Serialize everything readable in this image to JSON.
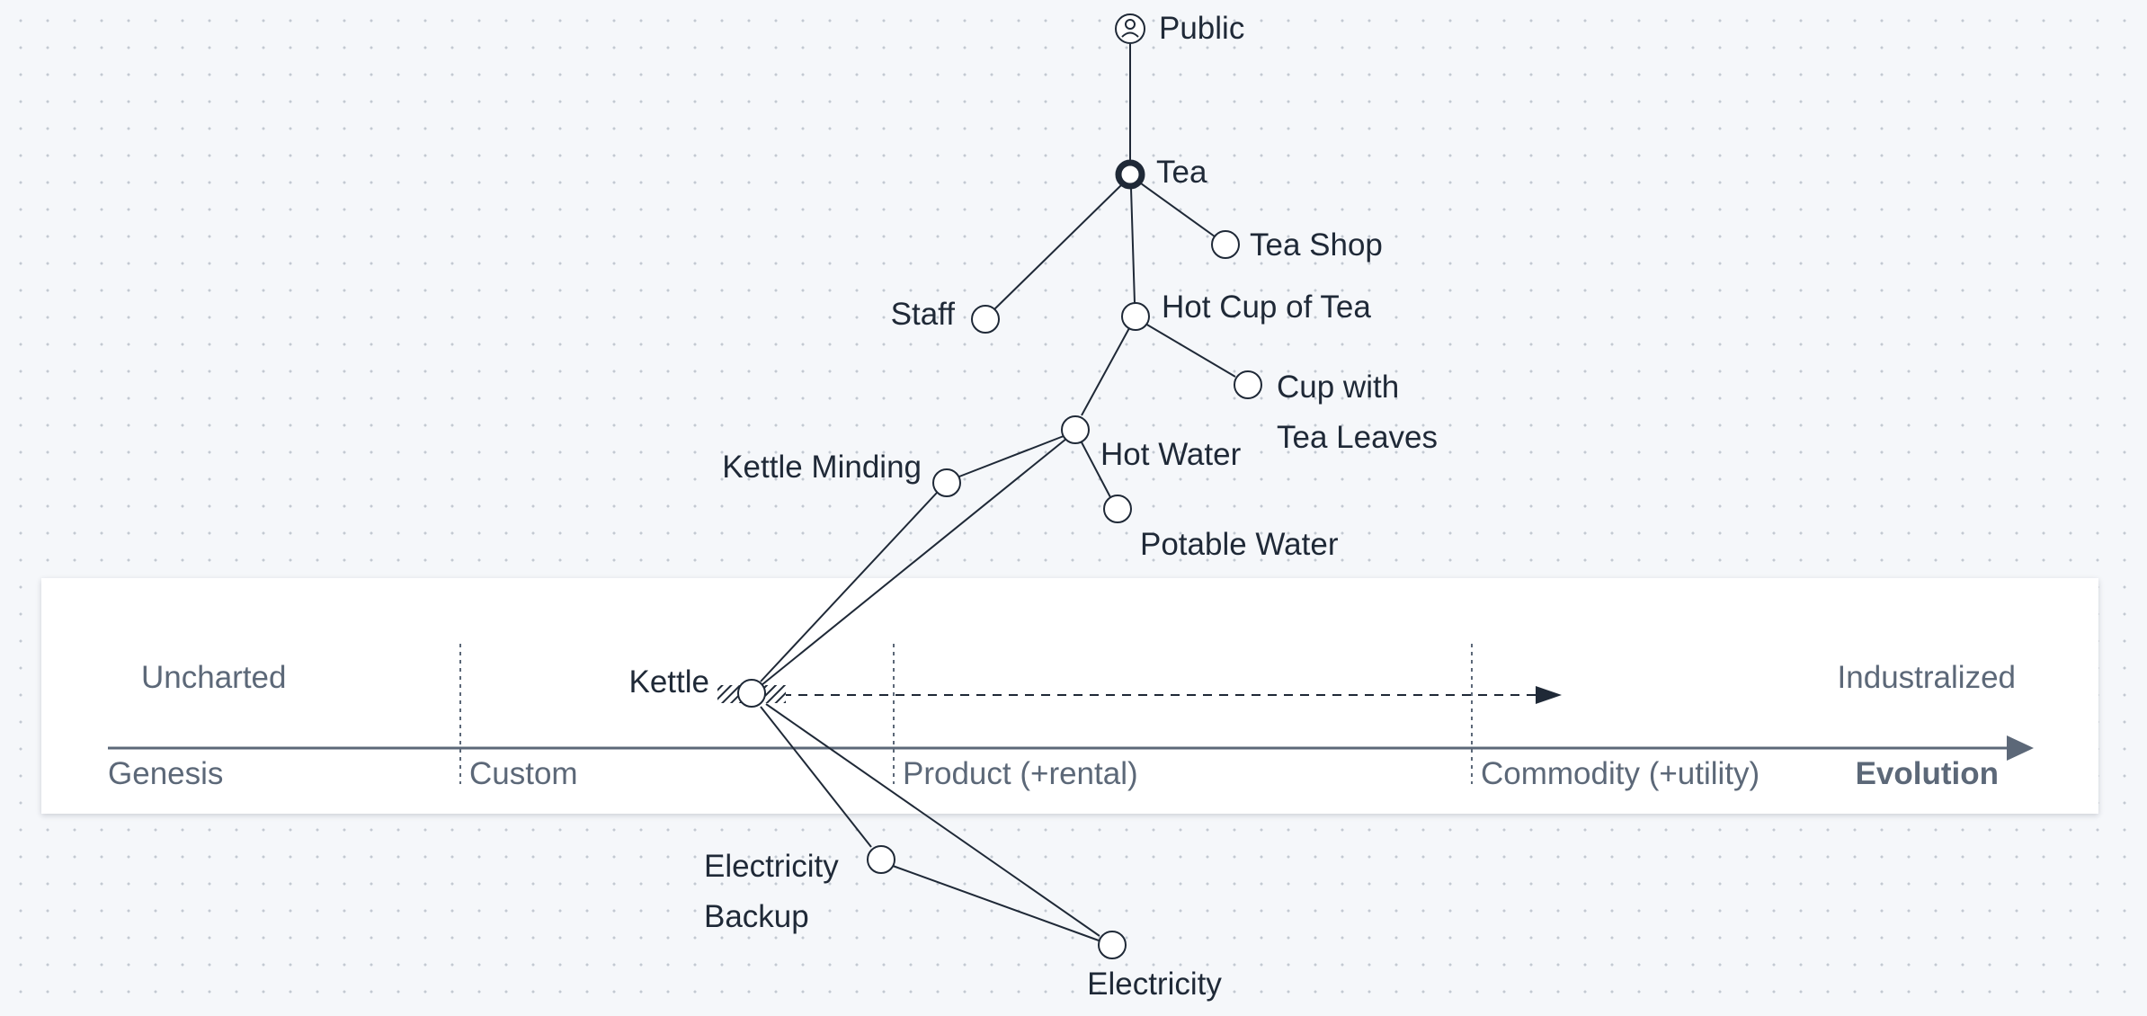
{
  "evolution_band": {
    "top_left_label": "Uncharted",
    "top_right_label": "Industralized",
    "stages": [
      "Genesis",
      "Custom",
      "Product (+rental)",
      "Commodity (+utility)"
    ],
    "axis_label": "Evolution"
  },
  "user_label": "Public",
  "anchor_label": "Tea",
  "components": {
    "tea_shop": "Tea Shop",
    "staff": "Staff",
    "hot_cup_of_tea": "Hot Cup of Tea",
    "cup_with_tea_leaves": [
      "Cup with",
      "Tea Leaves"
    ],
    "hot_water": "Hot Water",
    "kettle_minding": "Kettle Minding",
    "potable_water": "Potable Water",
    "kettle": "Kettle",
    "electricity_backup": [
      "Electricity",
      "Backup"
    ],
    "electricity": "Electricity"
  },
  "colors": {
    "line": "#1f2937",
    "axis": "#5c6878",
    "band_background": "#ffffff",
    "canvas_background": "#f5f7fa"
  },
  "icons": {
    "user": "person-circle-icon",
    "inertia": "hatched-inertia-icon",
    "evolve_arrow": "dashed-arrow-icon"
  }
}
